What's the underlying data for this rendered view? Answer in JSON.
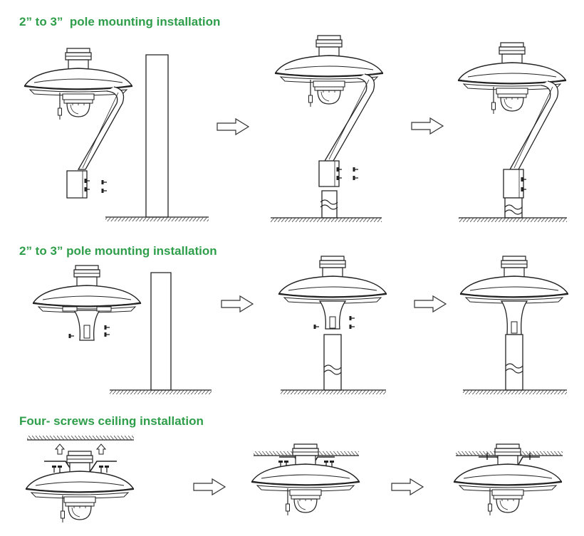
{
  "sections": [
    {
      "title": "2” to 3”  pole mounting installation",
      "steps": [
        "arm-bracket-side",
        "arm-inserted",
        "arm-fixed"
      ]
    },
    {
      "title": "2” to 3” pole mounting installation",
      "steps": [
        "sleeve-side",
        "sleeve-inserted",
        "sleeve-fixed"
      ]
    },
    {
      "title": "Four- screws ceiling installation",
      "steps": [
        "ceiling-bracket",
        "ceiling-raised",
        "ceiling-fixed"
      ]
    }
  ],
  "colors": {
    "heading": "#2e9e4a",
    "line": "#222222",
    "arrow_stroke": "#333333",
    "arrow_fill": "#ffffff",
    "ground_hatch": "#444444",
    "background": "#ffffff"
  },
  "icons": [
    "right-arrow-icon",
    "up-arrow-icon",
    "screw-icon"
  ]
}
